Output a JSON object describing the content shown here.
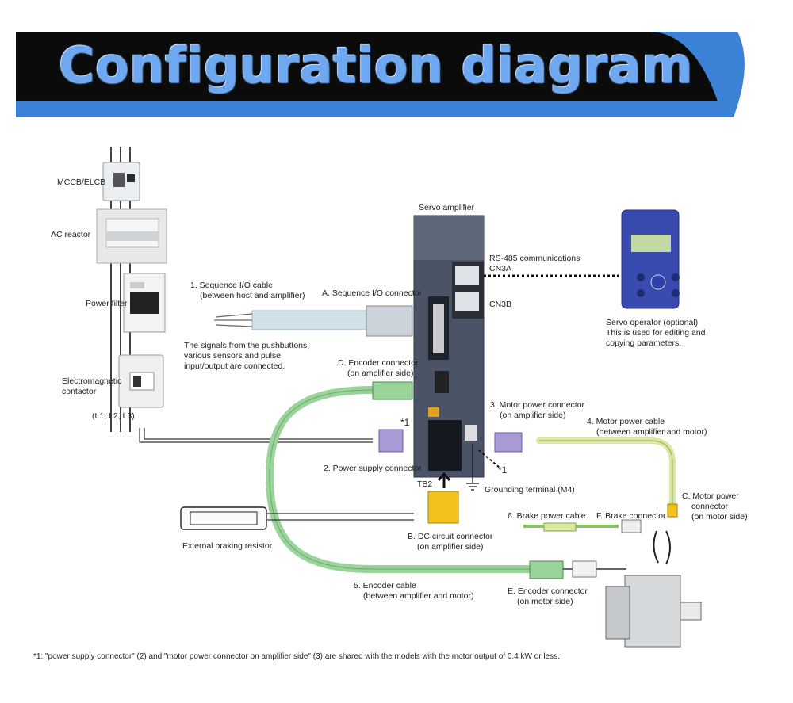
{
  "title": "Configuration diagram",
  "labels": {
    "mccb": "MCCB/ELCB",
    "ac_reactor": "AC reactor",
    "power_filter": "Power filter",
    "contactor_line1": "Electromagnetic",
    "contactor_line2": "contactor",
    "l123": "(L1, L2, L3)",
    "servo_amplifier": "Servo amplifier",
    "rs485": "RS-485 communications",
    "cn3a": "CN3A",
    "cn3b": "CN3B",
    "seq_cable_line1": "1. Sequence I/O cable",
    "seq_cable_line2": "(between host and amplifier)",
    "seq_connector": "A. Sequence I/O connector",
    "signals_line1": "The signals from the pushbuttons,",
    "signals_line2": "various sensors and pulse",
    "signals_line3": "input/output are connected.",
    "enc_conn_amp_line1": "D. Encoder connector",
    "enc_conn_amp_line2": "(on amplifier side)",
    "servo_operator_line1": "Servo operator (optional)",
    "servo_operator_line2": "This is used for editing and",
    "servo_operator_line3": "copying parameters.",
    "motor_power_conn_amp_line1": "3. Motor power connector",
    "motor_power_conn_amp_line2": "(on amplifier side)",
    "motor_power_cable_line1": "4. Motor power cable",
    "motor_power_cable_line2": "(between amplifier and motor)",
    "star1_a": "*1",
    "star1_b": "*1",
    "power_supply_conn": "2. Power supply connector",
    "tb2": "TB2",
    "grounding": "Grounding terminal (M4)",
    "motor_power_conn_motor_line1": "C. Motor power",
    "motor_power_conn_motor_line2": "connector",
    "motor_power_conn_motor_line3": "(on motor side)",
    "brake_power_cable": "6. Brake power cable",
    "brake_connector": "F. Brake connector",
    "dc_circuit_line1": "B. DC circuit connector",
    "dc_circuit_line2": "(on amplifier side)",
    "ext_braking": "External braking resistor",
    "enc_cable_line1": "5. Encoder cable",
    "enc_cable_line2": "(between amplifier and motor)",
    "enc_conn_motor_line1": "E. Encoder connector",
    "enc_conn_motor_line2": "(on motor side)"
  },
  "footnote": "*1: \"power supply connector\" (2) and \"motor power connector on amplifier side\" (3) are shared with the models with the motor output of 0.4 kW or less.",
  "colors": {
    "banner_dark": "#0a0a0a",
    "banner_blue": "#3b82d6",
    "title_blue": "#6ea8f0",
    "cable_green": "#9bd49a",
    "connector_purple": "#a99ad6",
    "connector_yellow": "#f2c21a",
    "amplifier_body": "#4a5466"
  }
}
